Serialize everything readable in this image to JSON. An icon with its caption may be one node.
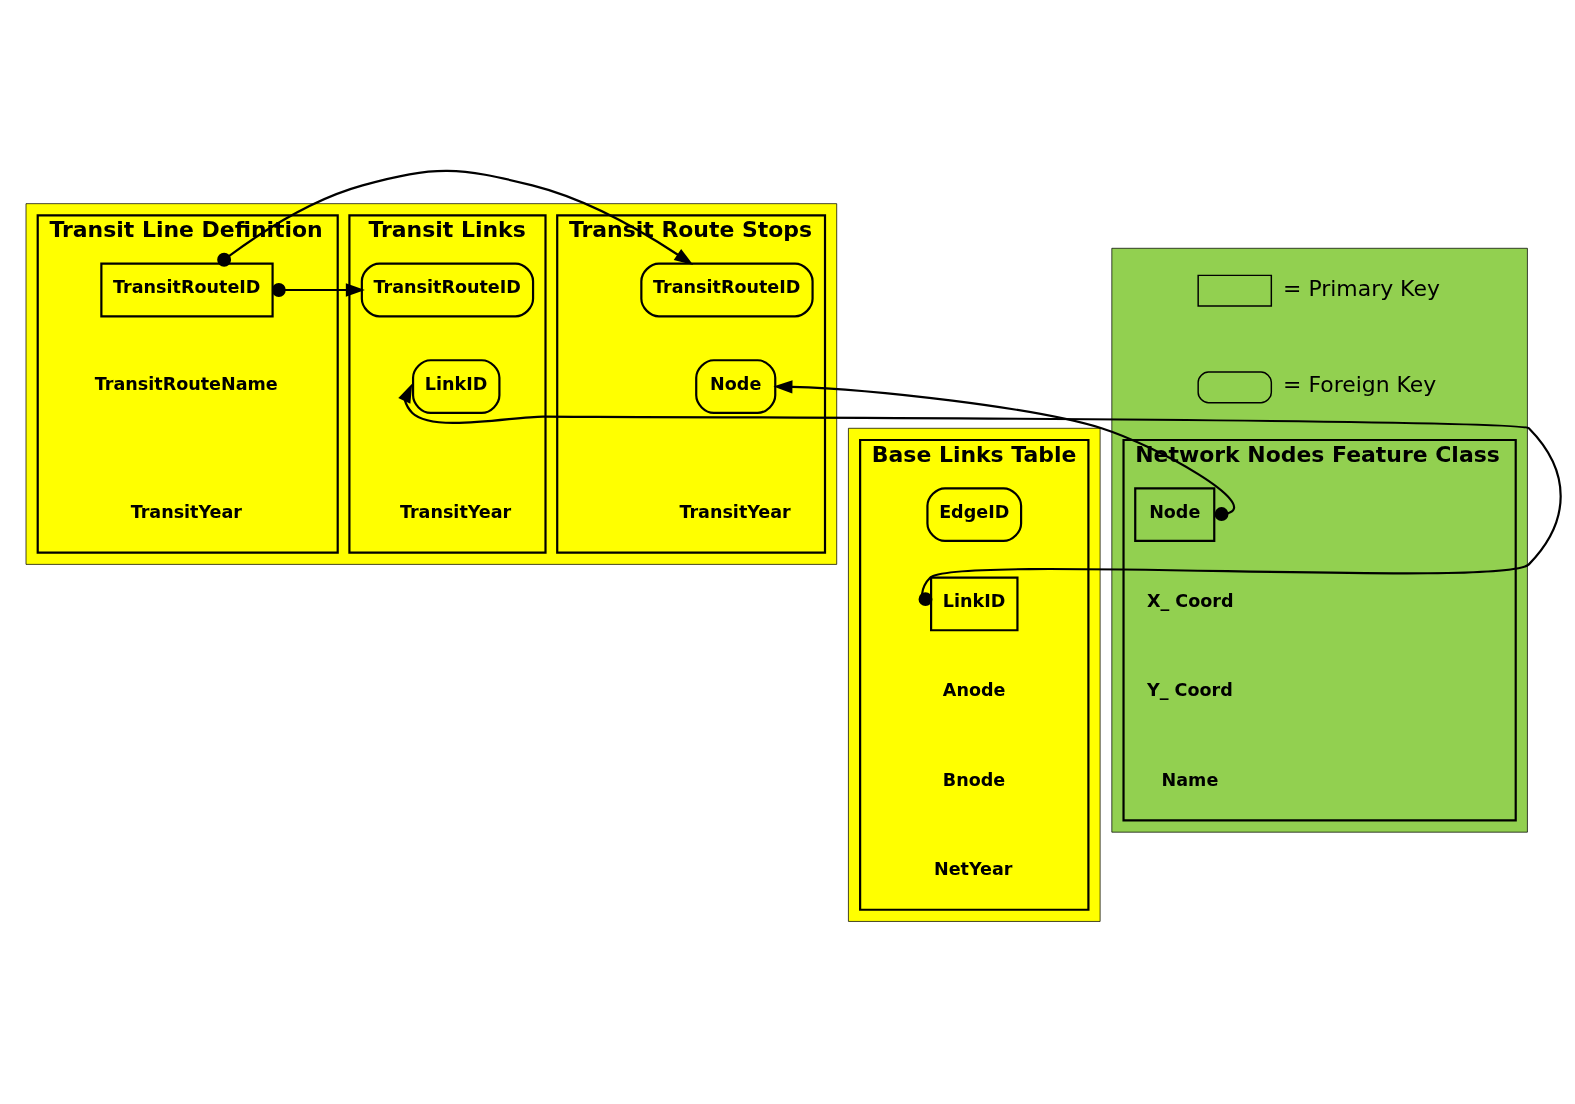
{
  "diagram": {
    "nodes": [
      {
        "text": [],
        "shape": "box"
      },
      {
        "text": [
          "Transit Links",
          "TransitYear"
        ],
        "in": 0
      },
      {
        "text": [
          "TransitRouteID"
        ],
        "in": 1
      },
      {
        "text": [
          "LinkID"
        ],
        "in": 1
      },
      {
        "text": [
          "Transit Line Definition",
          "TransitRouteName",
          "TransitYear"
        ],
        "in": 0
      },
      {
        "text": [
          "TransitRouteID"
        ],
        "in": 4
      },
      {
        "text": [
          "Transit Route Stops",
          "TransitYear"
        ],
        "in": 0
      },
      {
        "text": [
          "TransitRouteID"
        ],
        "in": 6
      },
      {
        "text": [
          "Node"
        ],
        "in": 6
      },
      {
        "text": [],
        "shape": "box"
      },
      {
        "text": [
          "Base Links Table",
          "Anode",
          "Bnode",
          "NetYear"
        ],
        "in": 9
      },
      {
        "text": [
          "EdgeID"
        ],
        "in": 10
      },
      {
        "text": [
          "LinkID"
        ],
        "in": 10
      },
      {
        "text": [],
        "shape": "box"
      },
      {
        "text": [
          "Network Nodes Feature Class",
          "X_ Coord",
          "Y_ Coord",
          "Name"
        ],
        "in": 13
      },
      {
        "text": [
          "Node"
        ],
        "in": 14
      }
    ],
    "edges": [
      {
        "from": 5,
        "to": 2,
        "arrow": "to"
      },
      {
        "from": 5,
        "to": 7,
        "arrow": "to"
      },
      {
        "from": 12,
        "to": 3,
        "arrow": "to"
      },
      {
        "from": 15,
        "to": 8,
        "arrow": "to"
      }
    ],
    "legend": [
      {
        "text": "= Primary Key"
      },
      {
        "text": "= Foreign Key"
      }
    ]
  }
}
